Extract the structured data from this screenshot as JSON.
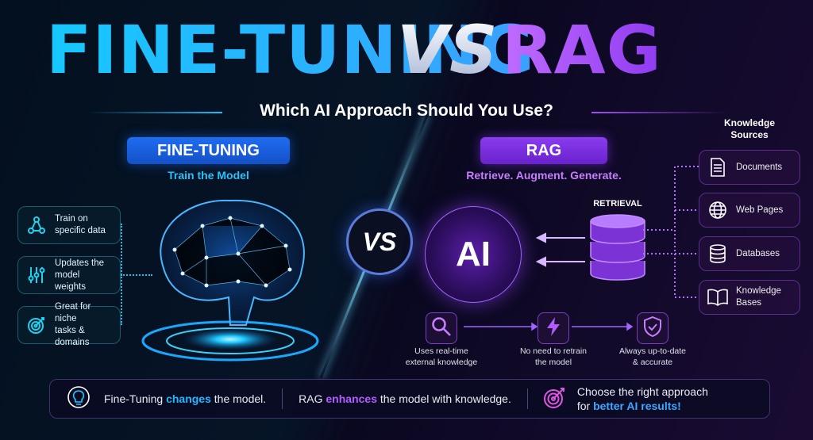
{
  "title": {
    "left": "FINE-TUNING",
    "vs": "VS",
    "right": "RAG"
  },
  "subtitle": "Which AI Approach Should You Use?",
  "fine_tuning": {
    "label": "FINE-TUNING",
    "tagline": "Train the Model",
    "cards": [
      {
        "icon": "network-icon",
        "line1": "Train on",
        "line2": "specific data"
      },
      {
        "icon": "sliders-icon",
        "line1": "Updates the",
        "line2": "model weights"
      },
      {
        "icon": "target-icon",
        "line1": "Great for niche",
        "line2": "tasks & domains"
      }
    ]
  },
  "vs_badge": "VS",
  "rag": {
    "label": "RAG",
    "tagline": "Retrieve. Augment. Generate.",
    "ai_label": "AI",
    "retrieval_label": "RETRIEVAL",
    "features": [
      {
        "icon": "search-icon",
        "line1": "Uses real-time",
        "line2": "external knowledge"
      },
      {
        "icon": "lightning-icon",
        "line1": "No need to retrain",
        "line2": "the model"
      },
      {
        "icon": "shield-check-icon",
        "line1": "Always up-to-date",
        "line2": "& accurate"
      }
    ]
  },
  "knowledge_sources": {
    "title1": "Knowledge",
    "title2": "Sources",
    "items": [
      {
        "icon": "document-icon",
        "line1": "Documents",
        "line2": ""
      },
      {
        "icon": "globe-icon",
        "line1": "Web Pages",
        "line2": ""
      },
      {
        "icon": "database-icon",
        "line1": "Databases",
        "line2": ""
      },
      {
        "icon": "book-icon",
        "line1": "Knowledge",
        "line2": "Bases"
      }
    ]
  },
  "footer": {
    "ft_pre": "Fine-Tuning ",
    "ft_hl": "changes",
    "ft_post": " the model.",
    "rag_pre": "RAG ",
    "rag_hl": "enhances",
    "rag_post": " the model with knowledge.",
    "choose_line1": "Choose the right approach",
    "choose_pre": "for ",
    "choose_hl": "better AI results!"
  },
  "colors": {
    "cyan": "#16c8ff",
    "purple": "#a64dff",
    "pill_blue": "#1760e0",
    "pill_purple": "#7b2fe0"
  }
}
